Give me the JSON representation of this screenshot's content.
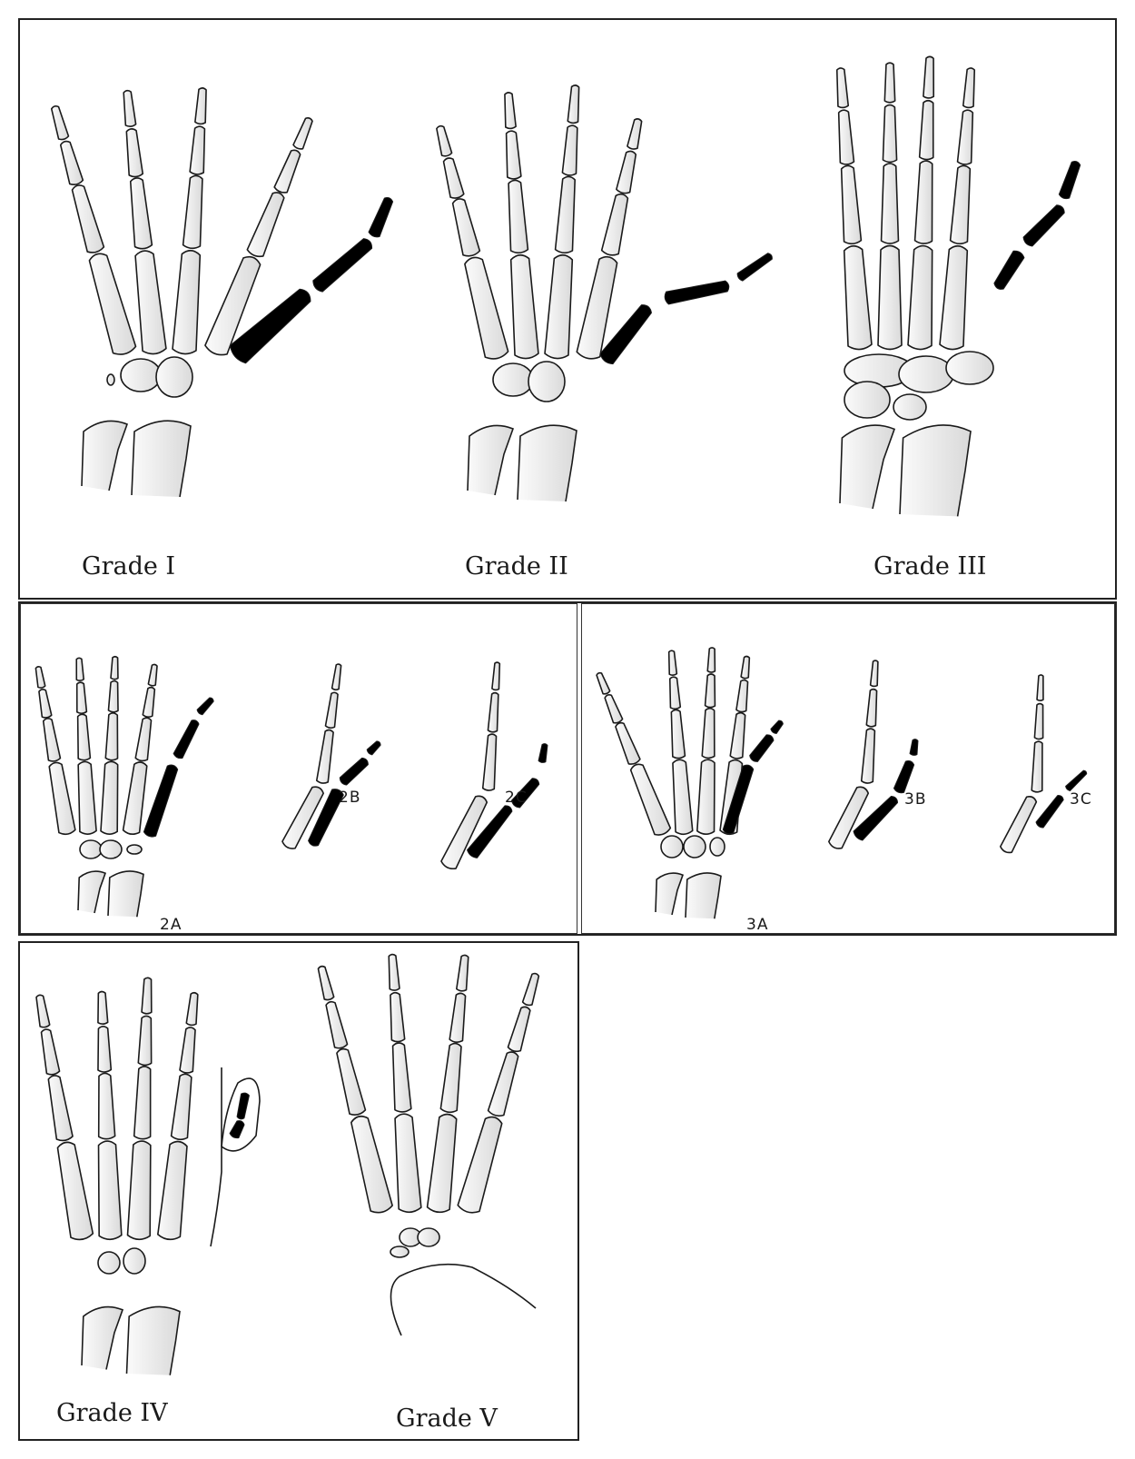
{
  "colors": {
    "ink": "#1a1a1a",
    "bone_fill": "#f5f5f5",
    "bone_shade": "#dddddd",
    "affected": "#000000",
    "background": "#ffffff"
  },
  "figure": {
    "top_panel": {
      "labels": [
        "Grade I",
        "Grade II",
        "Grade III"
      ]
    },
    "middle_left_panel": {
      "labels": [
        "2A",
        "2B",
        "2C"
      ]
    },
    "middle_right_panel": {
      "labels": [
        "3A",
        "3B",
        "3C"
      ]
    },
    "bottom_panel": {
      "labels": [
        "Grade IV",
        "Grade V"
      ]
    }
  }
}
